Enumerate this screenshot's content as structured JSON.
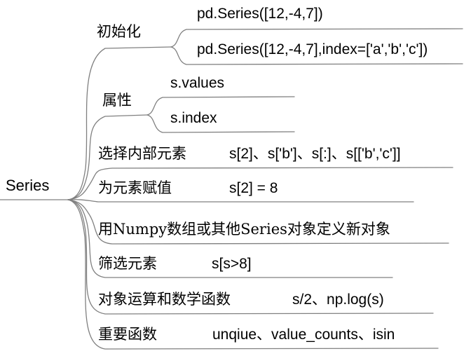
{
  "diagram": {
    "type": "mind-map",
    "title": "Series",
    "line_color": "#7f7f7f",
    "text_color": "#000000",
    "background": "#ffffff",
    "root": {
      "label": "Series"
    },
    "branches": [
      {
        "label": "初始化",
        "value": "",
        "children": [
          {
            "label": "pd.Series([12,-4,7])"
          },
          {
            "label": "pd.Series([12,-4,7],index=['a','b','c'])"
          }
        ]
      },
      {
        "label": "属性",
        "value": "",
        "children": [
          {
            "label": "s.values"
          },
          {
            "label": "s.index"
          }
        ]
      },
      {
        "label": "选择内部元素",
        "value": "s[2]、s['b']、s[:]、s[['b','c']]",
        "children": []
      },
      {
        "label": "为元素赋值",
        "value": "s[2] = 8",
        "children": []
      },
      {
        "label": "用Numpy数组或其他Series对象定义新对象",
        "value": "",
        "children": []
      },
      {
        "label": "筛选元素",
        "value": "s[s>8]",
        "children": []
      },
      {
        "label": "对象运算和数学函数",
        "value": "s/2、np.log(s)",
        "children": []
      },
      {
        "label": "重要函数",
        "value": "unqiue、value_counts、isin",
        "children": []
      }
    ]
  }
}
